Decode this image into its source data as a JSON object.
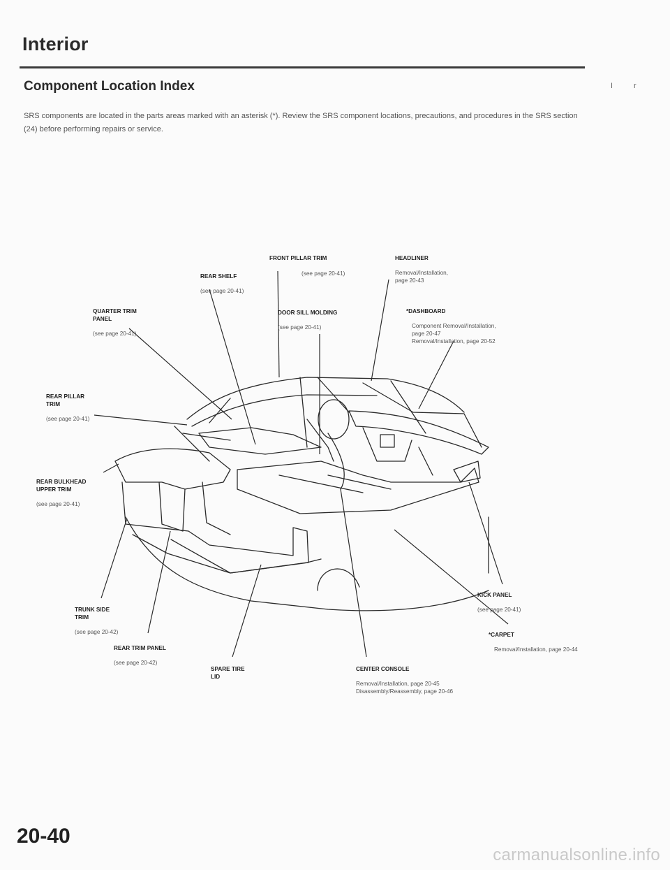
{
  "header": {
    "section": "Interior",
    "title": "Component Location Index",
    "margin_marks": [
      "I",
      "r"
    ]
  },
  "intro": "SRS components are located in the parts areas marked with an asterisk (*). Review the SRS component locations, precautions, and procedures in the SRS section (24) before performing repairs or service.",
  "callouts": {
    "front_pillar": {
      "name": "FRONT PILLAR TRIM",
      "detail": "(see page 20-41)"
    },
    "headliner": {
      "name": "HEADLINER",
      "detail": "Removal/Installation,\npage 20-43"
    },
    "rear_shelf": {
      "name": "REAR SHELF",
      "detail": "(see page 20-41)"
    },
    "quarter_trim": {
      "name": "QUARTER TRIM\nPANEL",
      "detail": "(see page 20-41)"
    },
    "door_sill": {
      "name": "DOOR SILL MOLDING",
      "detail": "(see page 20-41)"
    },
    "dashboard": {
      "name": "*DASHBOARD",
      "detail": "Component Removal/Installation,\npage 20-47\nRemoval/Installation, page 20-52"
    },
    "rear_pillar": {
      "name": "REAR PILLAR\nTRIM",
      "detail": "(see page 20-41)"
    },
    "rear_bulkhead": {
      "name": "REAR BULKHEAD\nUPPER TRIM",
      "detail": "(see page 20-41)"
    },
    "kick_panel": {
      "name": "KICK PANEL",
      "detail": "(see page 20-41)"
    },
    "trunk_side": {
      "name": "TRUNK SIDE\nTRIM",
      "detail": "(see page 20-42)"
    },
    "carpet": {
      "name": "*CARPET",
      "detail": "Removal/Installation, page 20-44"
    },
    "rear_trim_panel": {
      "name": "REAR TRIM PANEL",
      "detail": "(see page 20-42)"
    },
    "spare_tire": {
      "name": "SPARE TIRE\nLID",
      "detail": ""
    },
    "center_console": {
      "name": "CENTER CONSOLE",
      "detail": "Removal/Installation, page 20-45\nDisassembly/Reassembly, page 20-46"
    }
  },
  "footer": {
    "page_number": "20-40",
    "watermark": "carmanualsonline.info"
  }
}
